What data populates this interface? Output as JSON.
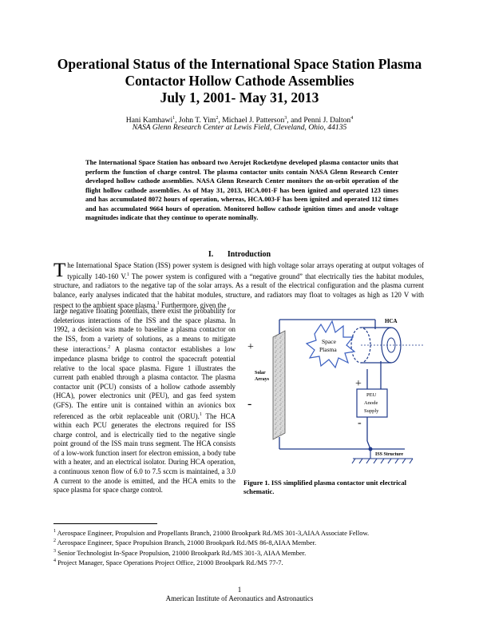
{
  "title": {
    "line1": "Operational Status of the International Space Station Plasma",
    "line2": "Contactor Hollow Cathode Assemblies",
    "line3": "July 1, 2001- May 31, 2013"
  },
  "authors": {
    "a1": "Hani Kamhawi",
    "a1_sup": "1",
    "a2": "John T. Yim",
    "a2_sup": "2",
    "a3": "Michael J. Patterson",
    "a3_sup": "3",
    "a4": "and Penni J. Dalton",
    "a4_sup": "4",
    "affiliation": "NASA Glenn Research Center at Lewis Field, Cleveland, Ohio, 44135"
  },
  "abstract": "The International Space Station has onboard two Aerojet Rocketdyne developed plasma contactor units that perform the function of charge control. The plasma contactor units contain NASA Glenn Research Center developed hollow cathode assemblies. NASA Glenn Research Center monitors the on-orbit operation of the flight hollow cathode assemblies. As of May 31, 2013, HCA.001-F has been ignited and operated 123 times and has accumulated 8072 hours of operation, whereas, HCA.003-F has been ignited and operated 112 times and has accumulated 9664 hours of operation. Monitored hollow cathode ignition times and anode voltage magnitudes indicate that they continue to operate nominally.",
  "section": {
    "number": "I.",
    "title": "Introduction"
  },
  "intro": {
    "dropcap": "T",
    "full_a": "he International Space Station (ISS) power system is designed with high voltage solar arrays operating at output voltages of typically 140-160 V.",
    "sup1": "1",
    "full_b": " The power system is configured with a “negative ground” that electrically ties the habitat modules, structure, and radiators to the negative tap of the solar arrays. As a result of the electrical configuration and the plasma current balance, early analyses indicated that the habitat modules, structure, and radiators may float to voltages as high as 120 V with respect to the ambient space plasma.",
    "sup2": "1",
    "full_c": " Furthermore, given the",
    "col_a": "large negative floating potentials, there exist the probability for deleterious interactions of the ISS and the space plasma. In 1992, a decision was made to baseline a plasma contactor on the ISS, from a variety of solutions, as a means to mitigate these interactions.",
    "sup3": "2",
    "col_b": " A plasma contactor establishes a low impedance plasma bridge to control the spacecraft potential relative to the local space plasma. Figure 1 illustrates the current path enabled through a plasma contactor. The plasma contactor unit (PCU) consists of a hollow cathode assembly (HCA), power electronics unit (PEU), and gas feed system (GFS). The entire unit is contained within an avionics box referenced as the orbit replaceable unit (ORU).",
    "sup4": "1",
    "col_c": " The HCA within each PCU generates the electrons required for ISS charge control, and is electrically tied to the negative single point ground of the ISS main truss segment. The HCA consists of a low-work function insert for electron emission, a body tube with a heater, and an electrical isolator. During HCA operation, a continuous xenon flow of 6.0 to 7.5 sccm is maintained, a 3.0 A current to the anode is emitted, and the HCA emits to the space plasma for space charge control."
  },
  "figure": {
    "label_hca": "HCA",
    "label_space": "Space",
    "label_plasma": "Plasma",
    "label_solar": "Solar",
    "label_arrays": "Arrays",
    "label_peu": "PEU",
    "label_anode": "Anode",
    "label_supply": "Supply",
    "label_iss": "ISS Structure",
    "plus1": "+",
    "plus2": "+",
    "minus1": "-",
    "minus2": "-",
    "caption": "Figure 1. ISS simplified plasma contactor unit electrical schematic."
  },
  "footnotes": [
    {
      "sup": "1",
      "text": "Aerospace Engineer, Propulsion and Propellants Branch, 21000 Brookpark Rd./MS 301-3,AIAA Associate Fellow."
    },
    {
      "sup": "2",
      "text": "Aerospace Engineer, Space Propulsion Branch, 21000 Brookpark Rd./MS 86-8,AIAA Member."
    },
    {
      "sup": "3",
      "text": "Senior Technologist In-Space Propulsion, 21000 Brookpark Rd./MS 301-3, AIAA Member."
    },
    {
      "sup": "4",
      "text": "Project Manager, Space Operations Project Office, 21000 Brookpark Rd./MS 77-7."
    }
  ],
  "page_number": "1",
  "footer": "American Institute of Aeronautics and Astronautics",
  "colors": {
    "wire": "#1f3a8a",
    "plasma_star": "#3b5fc0",
    "text": "#000000"
  }
}
